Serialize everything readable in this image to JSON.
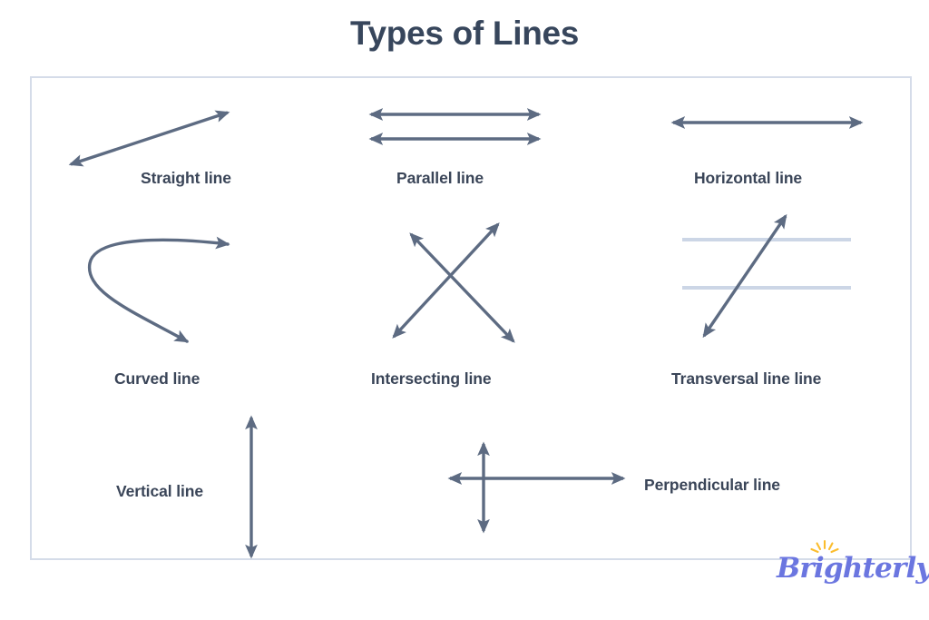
{
  "page": {
    "title": "Types of Lines",
    "background_color": "#ffffff"
  },
  "theme": {
    "title_color": "#37465c",
    "label_color": "#3a4558",
    "arrow_color": "#5d6b82",
    "guide_line_color": "#ccd6e6",
    "frame_border_color": "#d5dce9",
    "brand_text_color": "#6b76e0",
    "brand_accent_color": "#fbbd2e"
  },
  "diagram": {
    "figures": [
      {
        "id": "straight-line",
        "label": "Straight line",
        "description": "single double-headed arrow tilted upward to the right"
      },
      {
        "id": "parallel-line",
        "label": "Parallel line",
        "description": "two horizontal double-headed arrows, one above the other"
      },
      {
        "id": "horizontal-line",
        "label": "Horizontal line",
        "description": "one horizontal double-headed arrow"
      },
      {
        "id": "curved-line",
        "label": "Curved line",
        "description": "C shaped curve with arrowheads at both ends"
      },
      {
        "id": "intersecting-line",
        "label": "Intersecting line",
        "description": "two double-headed arrows crossing in an X"
      },
      {
        "id": "transversal-line",
        "label": "Transversal line line",
        "description": "diagonal double-headed arrow crossing two pale parallel lines"
      },
      {
        "id": "vertical-line",
        "label": "Vertical line",
        "description": "one vertical double-headed arrow"
      },
      {
        "id": "perpendicular-line",
        "label": "Perpendicular line",
        "description": "horizontal and vertical double-headed arrows crossing at right angles"
      }
    ]
  },
  "brand": {
    "name": "Brighterly",
    "icon": "sunburst-icon"
  }
}
